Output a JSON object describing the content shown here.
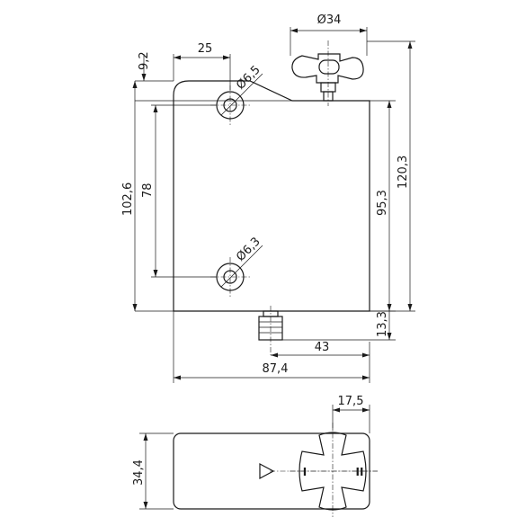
{
  "dimensions": {
    "knob_diameter": "Ø34",
    "offset_top": "9,2",
    "hole_offset": "25",
    "hole_top_diameter": "Ø6,5",
    "hole_bottom_diameter": "Ø6,3",
    "hole_spacing": "78",
    "body_height": "102,6",
    "right_height": "95,3",
    "total_height": "120,3",
    "connector_height": "13,3",
    "connector_offset": "43",
    "body_width": "87,4",
    "side_offset": "17,5",
    "side_height": "34,4"
  },
  "markings": {
    "position_one": "I",
    "position_two": "II"
  }
}
